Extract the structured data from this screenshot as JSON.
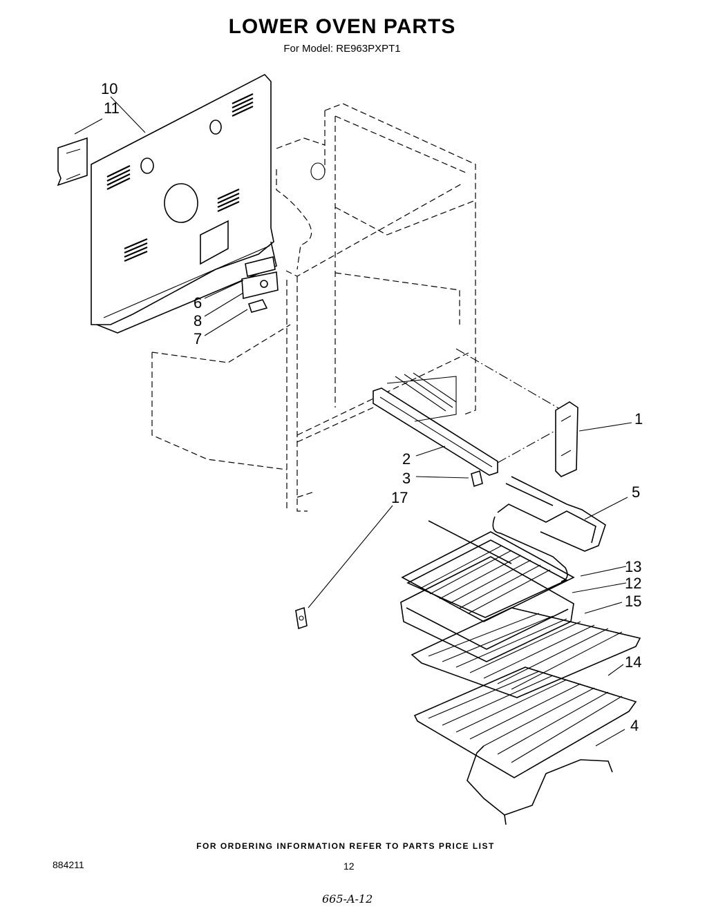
{
  "header": {
    "title": "LOWER OVEN PARTS",
    "subtitle": "For Model: RE963PXPT1"
  },
  "callouts": {
    "c1": "1",
    "c2": "2",
    "c3": "3",
    "c4": "4",
    "c5": "5",
    "c6": "6",
    "c7": "7",
    "c8": "8",
    "c10": "10",
    "c11": "11",
    "c12": "12",
    "c13": "13",
    "c14": "14",
    "c15": "15",
    "c17": "17"
  },
  "footer": {
    "note": "FOR ORDERING INFORMATION REFER TO PARTS PRICE LIST",
    "doc_number": "884211",
    "page_number": "12",
    "handwritten": "665-A-12"
  }
}
